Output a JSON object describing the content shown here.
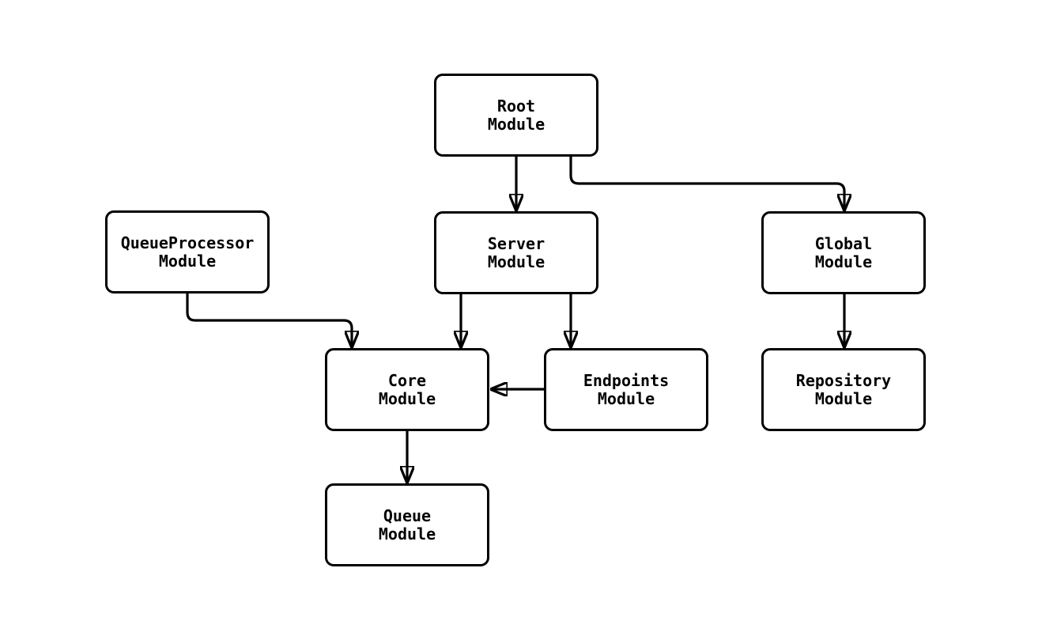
{
  "diagram": {
    "type": "module-dependency-graph",
    "background_color": "#ffffff",
    "stroke_color": "#000000",
    "nodes": [
      {
        "id": "root",
        "label": "Root\nModule"
      },
      {
        "id": "queueprocessor",
        "label": "QueueProcessor\nModule"
      },
      {
        "id": "server",
        "label": "Server\nModule"
      },
      {
        "id": "global",
        "label": "Global\nModule"
      },
      {
        "id": "core",
        "label": "Core\nModule"
      },
      {
        "id": "endpoints",
        "label": "Endpoints\nModule"
      },
      {
        "id": "repository",
        "label": "Repository\nModule"
      },
      {
        "id": "queue",
        "label": "Queue\nModule"
      }
    ],
    "edges": [
      {
        "from": "root",
        "to": "server"
      },
      {
        "from": "root",
        "to": "global"
      },
      {
        "from": "queueprocessor",
        "to": "core"
      },
      {
        "from": "server",
        "to": "core"
      },
      {
        "from": "server",
        "to": "endpoints"
      },
      {
        "from": "endpoints",
        "to": "core"
      },
      {
        "from": "global",
        "to": "repository"
      },
      {
        "from": "core",
        "to": "queue"
      }
    ]
  }
}
